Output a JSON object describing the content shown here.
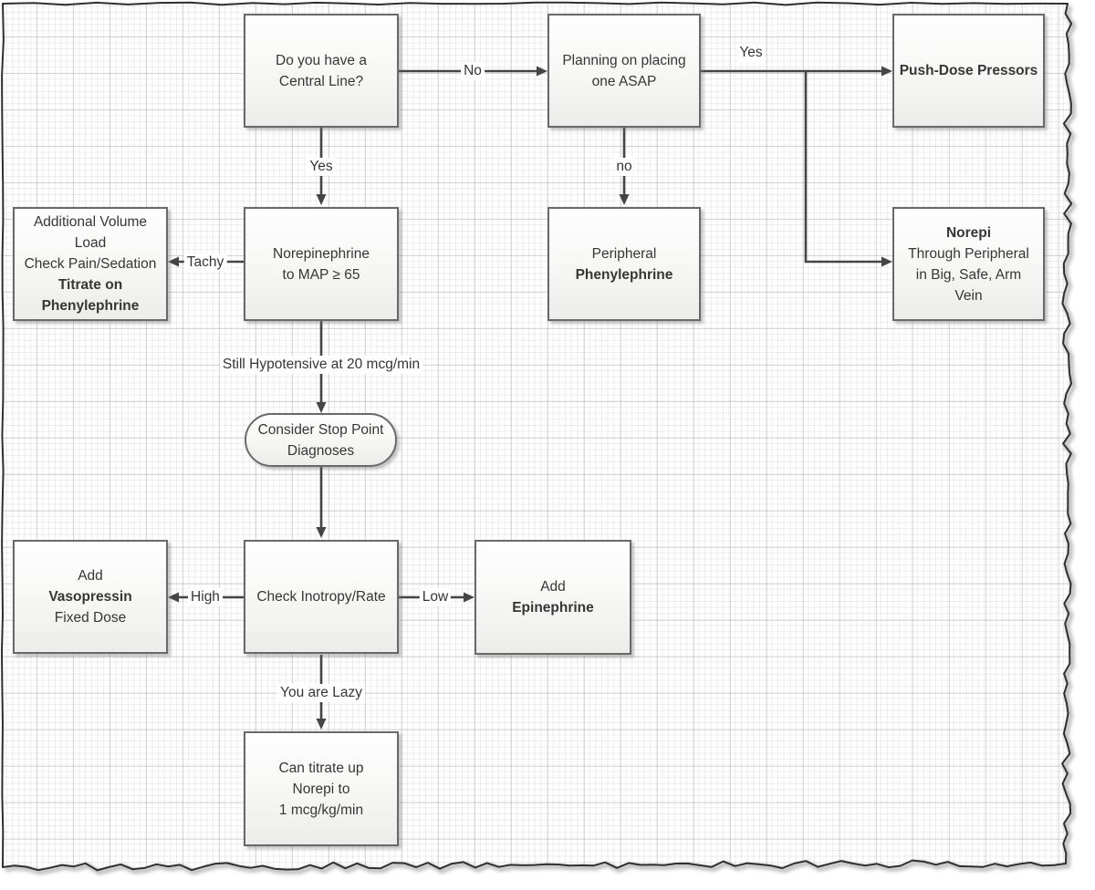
{
  "diagram": {
    "title_hint": "vasopressor-decision-flowchart",
    "nodes": {
      "central_line": {
        "lines": [
          "Do you have a",
          "Central Line?"
        ]
      },
      "planning": {
        "lines": [
          "Planning on placing",
          "one ASAP"
        ]
      },
      "push_dose": {
        "lines": [
          "Push-Dose Pressors"
        ]
      },
      "volume_load": {
        "lines": [
          "Additional Volume",
          "Load",
          "Check Pain/Sedation",
          "Titrate on",
          "Phenylephrine"
        ]
      },
      "norepi_map": {
        "lines": [
          "Norepinephrine",
          "to MAP ≥  65"
        ]
      },
      "peripheral_phenyl": {
        "lines": [
          "Peripheral",
          "Phenylephrine"
        ]
      },
      "norepi_peripheral": {
        "lines": [
          "Norepi",
          "Through Peripheral",
          "in Big, Safe, Arm",
          "Vein"
        ]
      },
      "stop_point": {
        "lines": [
          "Consider Stop Point",
          "Diagnoses"
        ]
      },
      "vasopressin": {
        "lines": [
          "Add",
          "Vasopressin",
          "Fixed Dose"
        ]
      },
      "inotropy": {
        "lines": [
          "Check Inotropy/Rate"
        ]
      },
      "epinephrine": {
        "lines": [
          "Add",
          "Epinephrine"
        ]
      },
      "titrate_norepi": {
        "lines": [
          "Can titrate up",
          "Norepi to",
          "1 mcg/kg/min"
        ]
      }
    },
    "edge_labels": {
      "no_top": "No",
      "yes_top": "Yes",
      "yes_down": "Yes",
      "no_down": "no",
      "tachy": "Tachy",
      "still_hypotensive": "Still Hypotensive at 20 mcg/min",
      "high": "High",
      "low": "Low",
      "lazy": "You are Lazy"
    },
    "colors": {
      "arrow": "#454545",
      "box_border": "#696969",
      "text": "#363636",
      "grid_minor": "#ececf0",
      "grid_major": "#d9d9de",
      "tear_edge": "#2f2f2f",
      "tear_shadow": "#9a9a9a"
    }
  }
}
